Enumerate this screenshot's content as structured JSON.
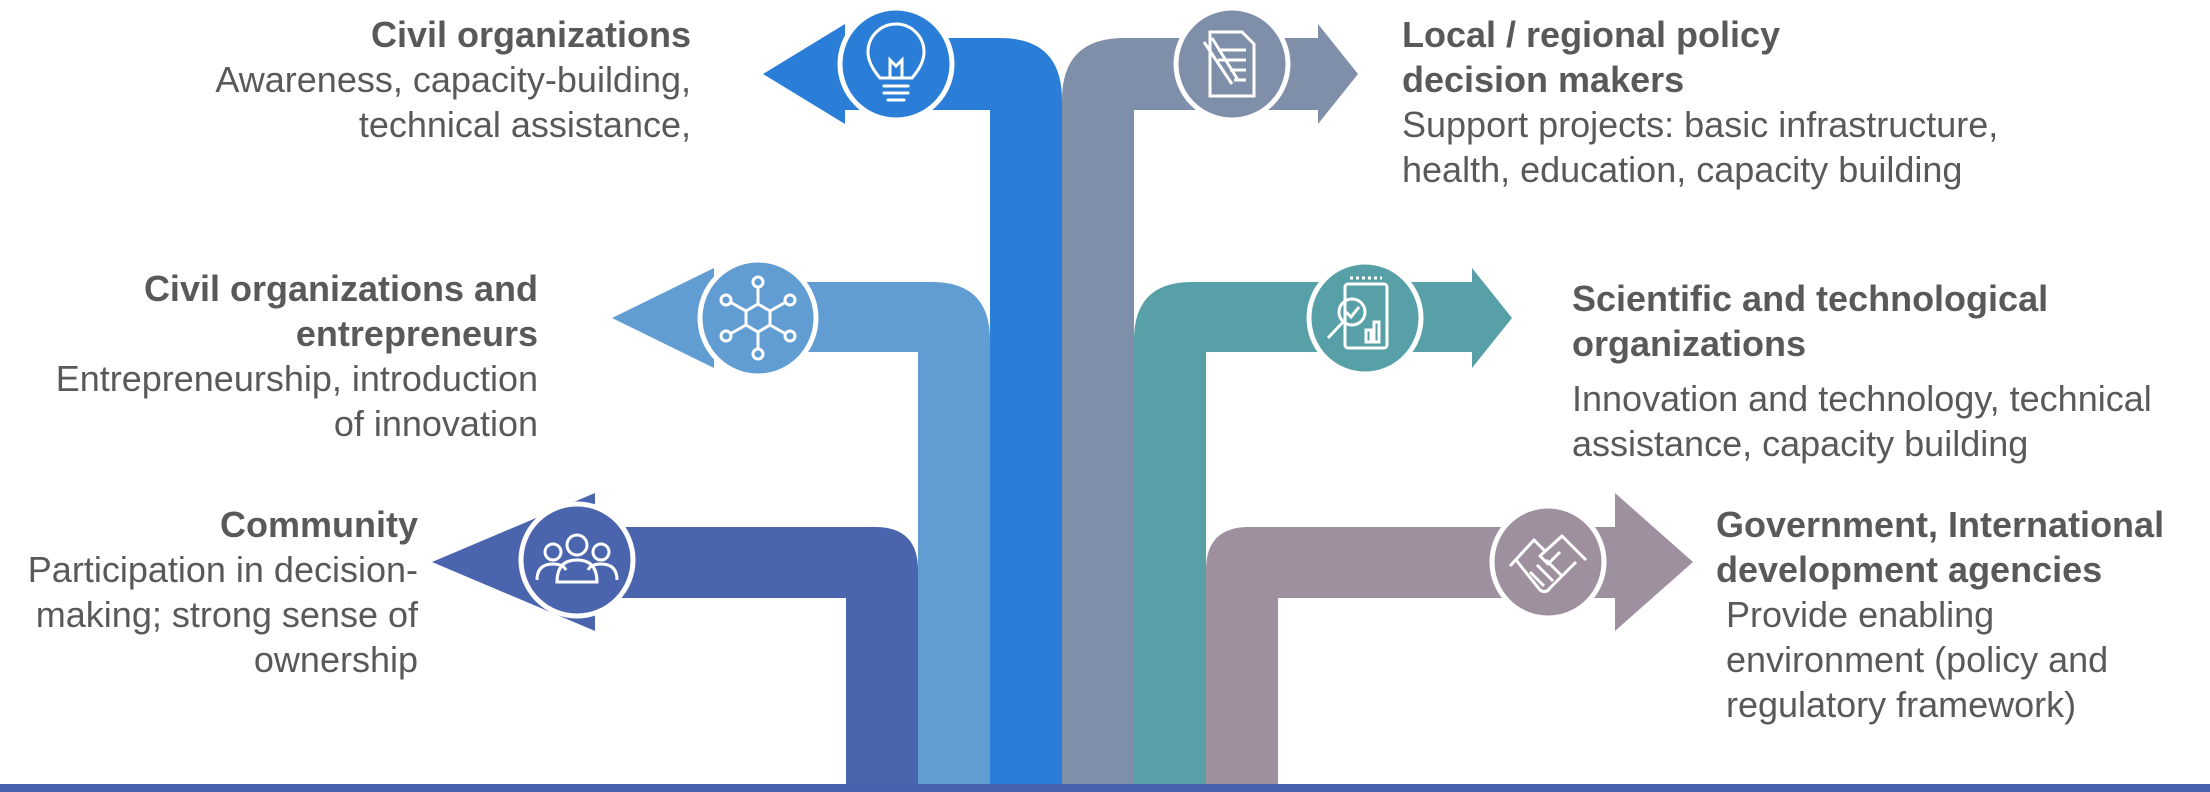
{
  "colors": {
    "community": "#4a65ad",
    "entrepreneurs": "#619dd3",
    "civil": "#2b7ed7",
    "policy": "#7f8ea9",
    "scientific": "#57a0a8",
    "government": "#9e909f",
    "bottom_bar": "#4763ae",
    "text": "#595959"
  },
  "branches": [
    {
      "id": "civil",
      "title": "Civil organizations",
      "description": "Awareness, capacity-building,\ntechnical assistance,",
      "icon": "lightbulb-icon"
    },
    {
      "id": "entrepreneurs",
      "title": "Civil organizations and\nentrepreneurs",
      "description": "Entrepreneurship, introduction\nof innovation",
      "icon": "network-hexagon-icon"
    },
    {
      "id": "community",
      "title": "Community",
      "description": "Participation in decision-\nmaking; strong sense of\nownership",
      "icon": "people-group-icon"
    },
    {
      "id": "policy",
      "title": "Local / regional policy\ndecision makers",
      "description": "Support projects: basic infrastructure,\nhealth, education, capacity building",
      "icon": "document-pen-icon"
    },
    {
      "id": "scientific",
      "title": "Scientific and technological\norganizations",
      "description": "Innovation and technology, technical\nassistance, capacity building",
      "icon": "magnifier-chart-icon"
    },
    {
      "id": "government",
      "title": "Government, International\ndevelopment agencies",
      "description": "Provide enabling\nenvironment (policy and\nregulatory framework)",
      "icon": "handshake-icon"
    }
  ]
}
